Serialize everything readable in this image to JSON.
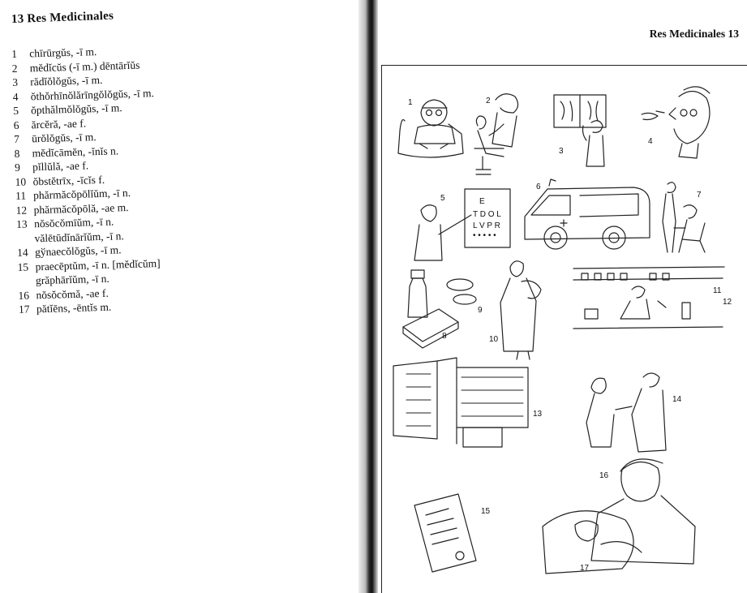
{
  "left_page": {
    "title": "13 Res Medicinales",
    "entries": [
      {
        "num": "1",
        "text": "chīrūrgŭs, -ī m."
      },
      {
        "num": "2",
        "text": "mĕdĭcŭs (-ī m.) dēntārĭŭs"
      },
      {
        "num": "3",
        "text": "rădĭŏlŏgŭs, -ī m."
      },
      {
        "num": "4",
        "text": "ŏthŏrhīnŏlărīngŏlŏgŭs, -ī m."
      },
      {
        "num": "5",
        "text": "ŏpthălmŏlŏgŭs, -ī m."
      },
      {
        "num": "6",
        "text": "ărcĕră, -ae f."
      },
      {
        "num": "7",
        "text": "ūrŏlŏgŭs, -ī m."
      },
      {
        "num": "8",
        "text": "mĕdĭcāmĕn, -ĭnĭs n."
      },
      {
        "num": "9",
        "text": "pĭllŭlă, -ae f."
      },
      {
        "num": "10",
        "text": "ŏbstĕtrīx, -īcĭs f."
      },
      {
        "num": "11",
        "text": "phărmăcŏpōlĭŭm, -ī n."
      },
      {
        "num": "12",
        "text": "phărmăcŏpōlă, -ae m."
      },
      {
        "num": "13",
        "text": "nŏsŏcŏmīŭm, -ī n."
      },
      {
        "num": "",
        "text": "vălētūdĭnārĭŭm, -ī n."
      },
      {
        "num": "14",
        "text": "gўnaecŏlŏgŭs, -ī m."
      },
      {
        "num": "15",
        "text": "praecēptŭm, -ī n. [mĕdĭcŭm]"
      },
      {
        "num": "",
        "text": "grăphārĭŭm, -ī n."
      },
      {
        "num": "16",
        "text": "nŏsŏcŏmă, -ae f."
      },
      {
        "num": "17",
        "text": "pătĭēns, -ēntĭs m."
      }
    ]
  },
  "right_page": {
    "title": "Res Medicinales 13",
    "labels": [
      "1",
      "2",
      "3",
      "4",
      "5",
      "6",
      "7",
      "8",
      "9",
      "10",
      "11",
      "12",
      "13",
      "14",
      "15",
      "16",
      "17"
    ]
  }
}
